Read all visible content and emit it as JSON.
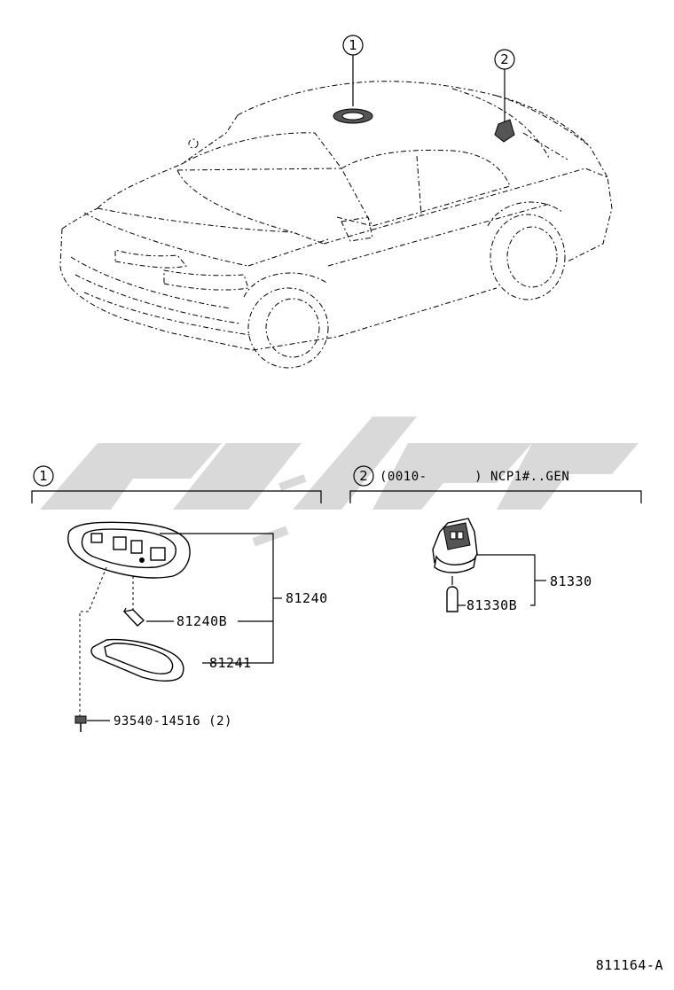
{
  "diagram_id": "811164-A",
  "callouts": {
    "c1": "1",
    "c2": "2"
  },
  "section1": {
    "marker": "1"
  },
  "section2": {
    "marker": "2",
    "condition": "(0010-      ) NCP1#..GEN"
  },
  "parts": {
    "p81240": "81240",
    "p81240B": "81240B",
    "p81241": "81241",
    "p93540": "93540-14516 (2)",
    "p81330": "81330",
    "p81330B": "81330B"
  }
}
